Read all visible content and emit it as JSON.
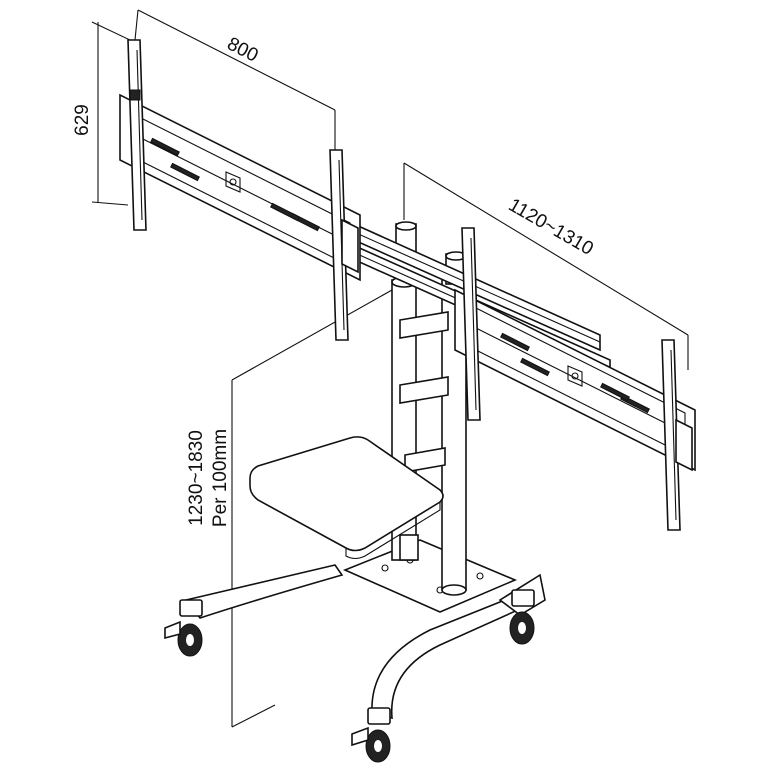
{
  "dimensions": {
    "width_label": "800",
    "height_label": "629",
    "span_label": "1120~1310",
    "column_height_label": "1230~1830",
    "column_step_label": "Per 100mm"
  }
}
